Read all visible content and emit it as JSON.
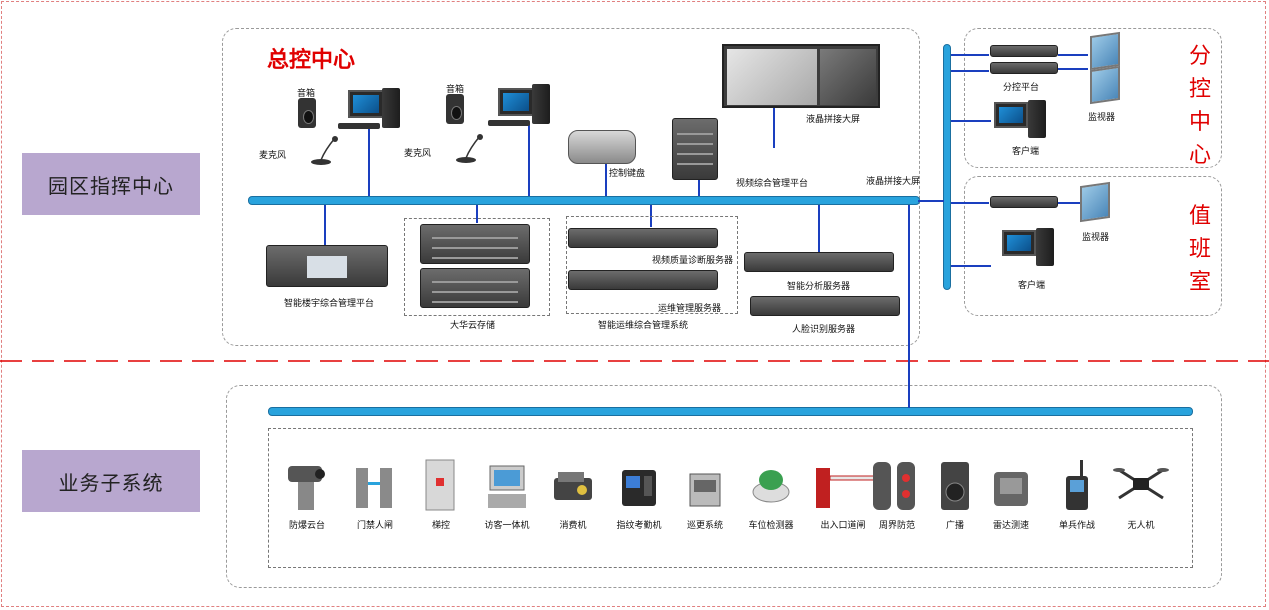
{
  "sections": {
    "park_command": "园区指挥中心",
    "business": "业务子系统",
    "control_center": "总控中心",
    "sub_control": "分控中心",
    "duty_room": "值班室"
  },
  "control_devices": {
    "speaker1": "音箱",
    "mic1": "麦克风",
    "speaker2": "音箱",
    "mic2": "麦克风",
    "keyboard": "控制键盘",
    "video_platform": "视频综合管理平台",
    "big_screen": "液晶拼接大屏",
    "big_screen2": "液晶拼接大屏",
    "smart_platform": "智能楼宇综合管理平台",
    "cloud_storage": "大华云存储",
    "diag_server": "视频质量诊断服务器",
    "ops_server": "运维管理服务器",
    "ops_system": "智能运维综合管理系统",
    "analysis_server": "智能分析服务器",
    "face_server": "人脸识别服务器"
  },
  "sub_control_devices": {
    "platform": "分控平台",
    "monitor": "监视器",
    "client": "客户端"
  },
  "duty_devices": {
    "monitor": "监视器",
    "client": "客户端"
  },
  "subsystems": [
    "防爆云台",
    "门禁人闸",
    "梯控",
    "访客一体机",
    "消费机",
    "指纹考勤机",
    "巡更系统",
    "车位检测器",
    "出入口道闸",
    "周界防范",
    "广播",
    "雷达测速",
    "单兵作战",
    "无人机"
  ],
  "colors": {
    "bus": "#29a3dd",
    "link": "#1a3fbf",
    "accent_red": "#e00000",
    "label_bg": "#b8a7cf"
  }
}
